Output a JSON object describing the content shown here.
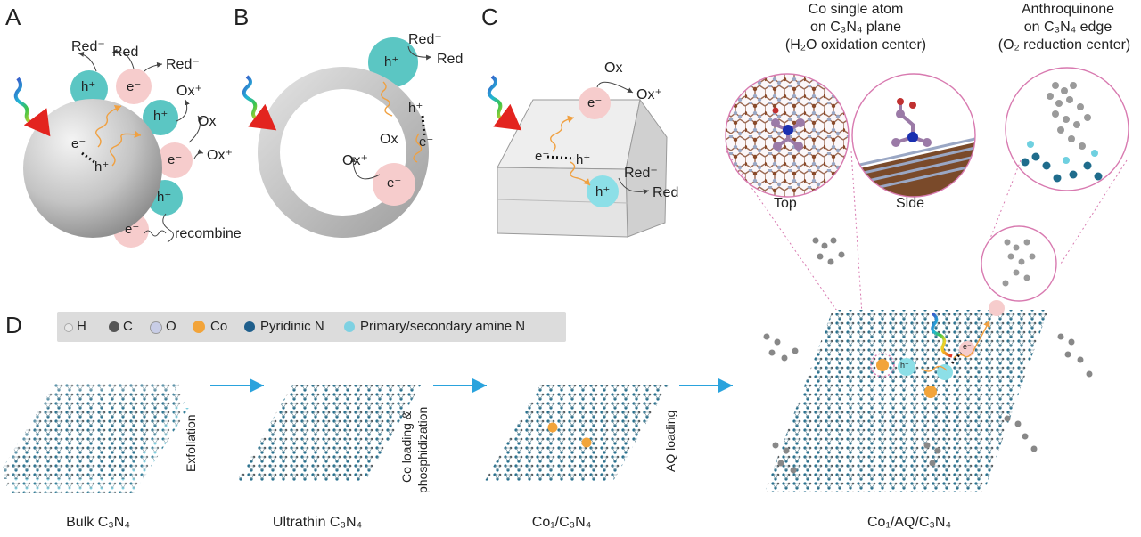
{
  "panels": {
    "a": "A",
    "b": "B",
    "c": "C",
    "d": "D"
  },
  "a": {
    "red_minus_1": "Red⁻",
    "red": "Red",
    "red_minus_2": "Red⁻",
    "h_plus_1": "h⁺",
    "e_minus_1": "e⁻",
    "h_plus_2": "h⁺",
    "ox_plus_1": "Ox⁺",
    "ox": "Ox",
    "e_minus_2": "e⁻",
    "ox_plus_2": "Ox⁺",
    "e_minus_3": "e⁻",
    "h_plus_3": "h⁺",
    "h_plus_4": "h⁺",
    "e_minus_4": "e⁻",
    "recombine": "recombine"
  },
  "b": {
    "red_minus": "Red⁻",
    "red": "Red",
    "h_plus_1": "h⁺",
    "h_plus_2": "h⁺",
    "e_minus_1": "e⁻",
    "ox_plus": "Ox⁺",
    "ox": "Ox",
    "e_minus_2": "e⁻"
  },
  "c": {
    "ox": "Ox",
    "ox_plus": "Ox⁺",
    "e_minus_1": "e⁻",
    "e_minus_2": "e⁻",
    "h_plus_1": "h⁺",
    "red_minus": "Red⁻",
    "h_plus_2": "h⁺",
    "red": "Red"
  },
  "top_right": {
    "co_title_1": "Co single atom",
    "co_title_2": "on C₃N₄ plane",
    "co_title_3": "(H₂O oxidation center)",
    "aq_title_1": "Anthroquinone",
    "aq_title_2": "on C₃N₄ edge",
    "aq_title_3": "(O₂ reduction center)",
    "top": "Top",
    "side": "Side"
  },
  "legend": {
    "h": "H",
    "c": "C",
    "o": "O",
    "co": "Co",
    "pyridinic": "Pyridinic N",
    "amine": "Primary/secondary amine N"
  },
  "steps": {
    "exfoliation": "Exfoliation",
    "co_loading_1": "Co loading &",
    "co_loading_2": "phosphidization",
    "aq_loading": "AQ loading",
    "bulk": "Bulk C₃N₄",
    "ultrathin": "Ultrathin C₃N₄",
    "co1": "Co₁/C₃N₄",
    "co1_aq": "Co₁/AQ/C₃N₄"
  },
  "big": {
    "e_minus": "e⁻",
    "h_plus": "h⁺"
  },
  "colors": {
    "hole": "#5bc6c3",
    "electron": "#f6cccc",
    "gray_sphere": "#c9c9c9",
    "arrow_blue": "#2aa3dd",
    "pink": "#d87ab0",
    "sheet_teal": "#2b6f86",
    "cobalt": "#f2a43a"
  }
}
